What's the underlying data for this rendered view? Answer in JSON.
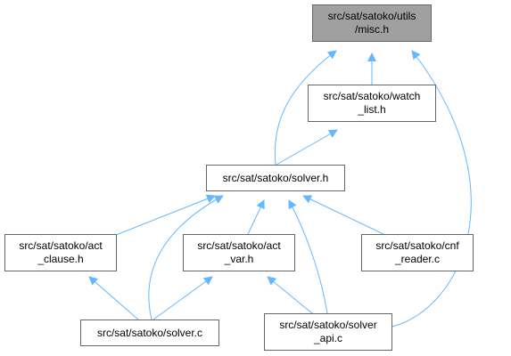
{
  "nodes": {
    "misc": {
      "lines": [
        "src/sat/satoko/utils",
        "/misc.h"
      ]
    },
    "watch_list": {
      "lines": [
        "src/sat/satoko/watch",
        "_list.h"
      ]
    },
    "solver_h": {
      "lines": [
        "src/sat/satoko/solver.h"
      ]
    },
    "act_clause": {
      "lines": [
        "src/sat/satoko/act",
        "_clause.h"
      ]
    },
    "act_var": {
      "lines": [
        "src/sat/satoko/act",
        "_var.h"
      ]
    },
    "cnf_reader": {
      "lines": [
        "src/sat/satoko/cnf",
        "_reader.c"
      ]
    },
    "solver_c": {
      "lines": [
        "src/sat/satoko/solver.c"
      ]
    },
    "solver_api": {
      "lines": [
        "src/sat/satoko/solver",
        "_api.c"
      ]
    }
  },
  "edges": [
    {
      "from": "watch_list",
      "to": "misc"
    },
    {
      "from": "solver_h",
      "to": "misc"
    },
    {
      "from": "solver_api",
      "to": "misc"
    },
    {
      "from": "solver_h",
      "to": "watch_list"
    },
    {
      "from": "act_clause",
      "to": "solver_h"
    },
    {
      "from": "act_var",
      "to": "solver_h"
    },
    {
      "from": "cnf_reader",
      "to": "solver_h"
    },
    {
      "from": "solver_c",
      "to": "solver_h"
    },
    {
      "from": "solver_api",
      "to": "solver_h"
    },
    {
      "from": "solver_c",
      "to": "act_clause"
    },
    {
      "from": "solver_c",
      "to": "act_var"
    },
    {
      "from": "solver_api",
      "to": "act_var"
    }
  ],
  "colors": {
    "edge": "#63b8ff",
    "border": "#666666",
    "current_fill": "#a0a0a0"
  }
}
